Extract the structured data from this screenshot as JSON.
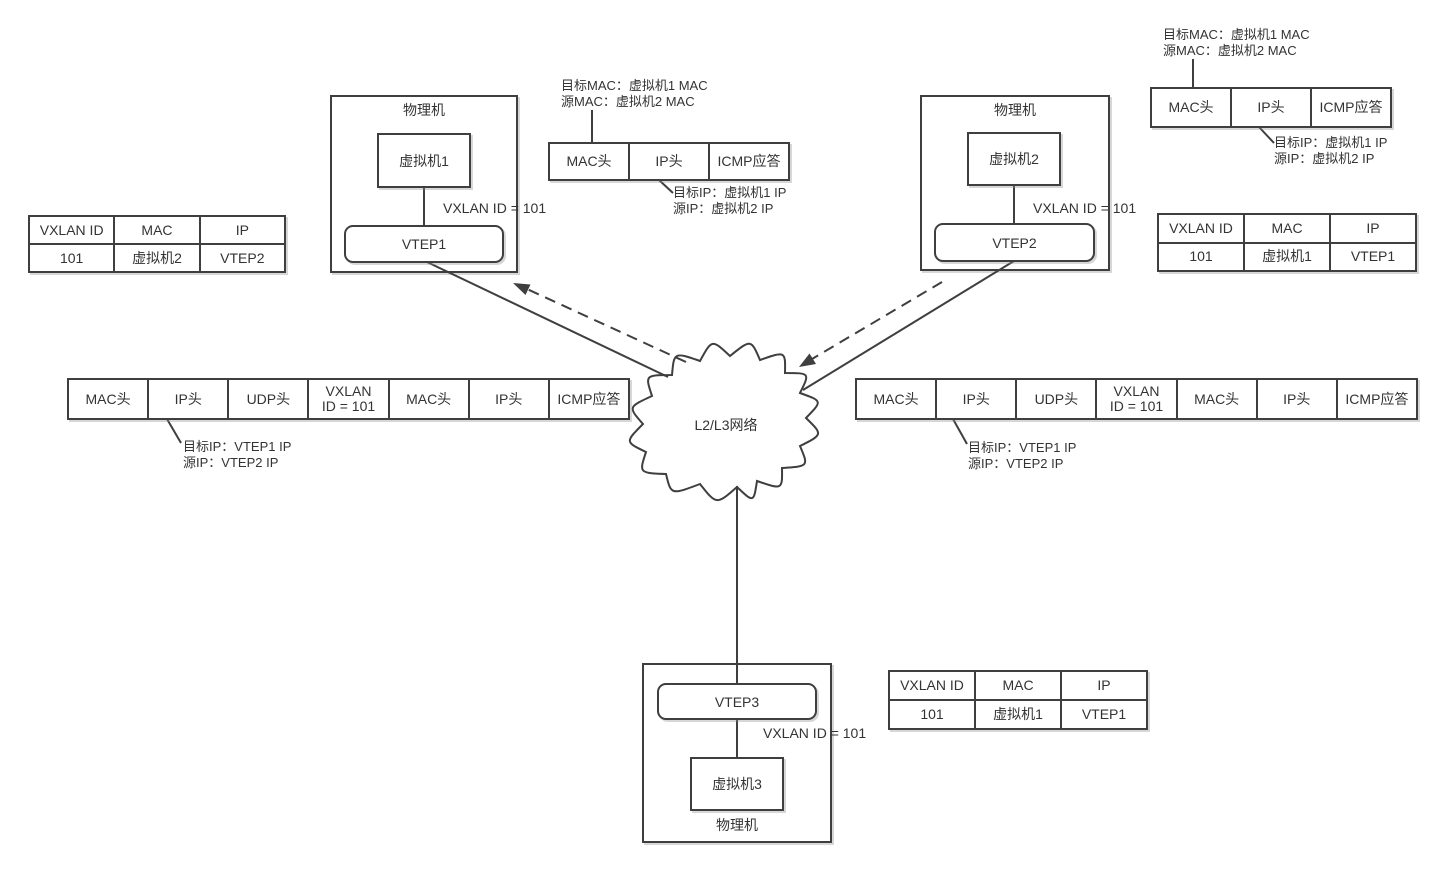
{
  "colors": {
    "line": "#3f3f3f",
    "text": "#333333",
    "background": "#ffffff"
  },
  "cloud": {
    "label": "L2/L3网络"
  },
  "machines": {
    "left": {
      "label": "物理机",
      "vm": "虚拟机1",
      "vtep": "VTEP1",
      "vxlan_id_label": "VXLAN ID = 101"
    },
    "right": {
      "label": "物理机",
      "vm": "虚拟机2",
      "vtep": "VTEP2",
      "vxlan_id_label": "VXLAN ID = 101"
    },
    "bottom": {
      "label": "物理机",
      "vm": "虚拟机3",
      "vtep": "VTEP3",
      "vxlan_id_label": "VXLAN ID = 101"
    }
  },
  "mapping_tables": {
    "left": {
      "headers": [
        "VXLAN ID",
        "MAC",
        "IP"
      ],
      "row": [
        "101",
        "虚拟机2",
        "VTEP2"
      ]
    },
    "right": {
      "headers": [
        "VXLAN ID",
        "MAC",
        "IP"
      ],
      "row": [
        "101",
        "虚拟机1",
        "VTEP1"
      ]
    },
    "bottom": {
      "headers": [
        "VXLAN ID",
        "MAC",
        "IP"
      ],
      "row": [
        "101",
        "虚拟机1",
        "VTEP1"
      ]
    }
  },
  "packet_tables": {
    "inner_left": {
      "cells": [
        "MAC头",
        "IP头",
        "ICMP应答"
      ]
    },
    "inner_right": {
      "cells": [
        "MAC头",
        "IP头",
        "ICMP应答"
      ]
    },
    "outer_left": {
      "cells": [
        "MAC头",
        "IP头",
        "UDP头",
        [
          "VXLAN",
          "ID = 101"
        ],
        "MAC头",
        "IP头",
        "ICMP应答"
      ]
    },
    "outer_right": {
      "cells": [
        "MAC头",
        "IP头",
        "UDP头",
        [
          "VXLAN",
          "ID = 101"
        ],
        "MAC头",
        "IP头",
        "ICMP应答"
      ]
    }
  },
  "annotations": {
    "inner_left_mac": [
      "目标MAC：虚拟机1 MAC",
      "源MAC：虚拟机2 MAC"
    ],
    "inner_left_ip": [
      "目标IP：虚拟机1 IP",
      "源IP：虚拟机2 IP"
    ],
    "inner_right_mac": [
      "目标MAC：虚拟机1 MAC",
      "源MAC：虚拟机2 MAC"
    ],
    "inner_right_ip": [
      "目标IP：虚拟机1 IP",
      "源IP：虚拟机2 IP"
    ],
    "outer_left_ip": [
      "目标IP：VTEP1 IP",
      "源IP：VTEP2 IP"
    ],
    "outer_right_ip": [
      "目标IP：VTEP1 IP",
      "源IP：VTEP2 IP"
    ]
  }
}
